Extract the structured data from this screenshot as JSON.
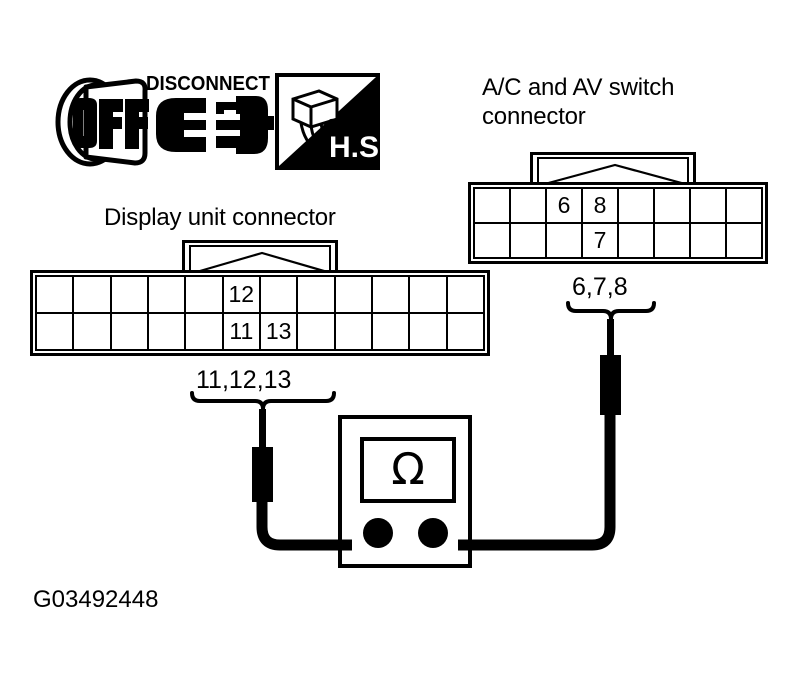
{
  "figure": {
    "id": "G03492448"
  },
  "header_icons": [
    {
      "name": "ignition-off-icon",
      "label": "OFF"
    },
    {
      "name": "disconnect-icon",
      "label": "DISCONNECT"
    },
    {
      "name": "harness-side-icon",
      "label": "H.S."
    }
  ],
  "connectors": [
    {
      "key": "display_unit",
      "title": "Display unit connector",
      "columns": 12,
      "rows": 2,
      "pins": [
        {
          "row": 1,
          "col": 6,
          "label": "12"
        },
        {
          "row": 2,
          "col": 6,
          "label": "11"
        },
        {
          "row": 2,
          "col": 7,
          "label": "13"
        }
      ],
      "probe_label": "11,12,13"
    },
    {
      "key": "ac_av_switch",
      "title_line1": "A/C and AV switch",
      "title_line2": "connector",
      "title": "A/C and AV switch connector",
      "columns": 8,
      "rows": 2,
      "pins": [
        {
          "row": 1,
          "col": 3,
          "label": "6"
        },
        {
          "row": 1,
          "col": 4,
          "label": "8"
        },
        {
          "row": 2,
          "col": 4,
          "label": "7"
        }
      ],
      "probe_label": "6,7,8"
    }
  ],
  "meter": {
    "name": "ohmmeter",
    "display_symbol": "Ω",
    "terminals": [
      "left-terminal",
      "right-terminal"
    ]
  },
  "display_cells": {
    "r1": [
      "",
      "",
      "",
      "",
      "",
      "12",
      "",
      "",
      "",
      "",
      "",
      ""
    ],
    "r2": [
      "",
      "",
      "",
      "",
      "",
      "11",
      "13",
      "",
      "",
      "",
      "",
      ""
    ]
  },
  "ac_cells": {
    "r1": [
      "",
      "",
      "6",
      "8",
      "",
      "",
      "",
      ""
    ],
    "r2": [
      "",
      "",
      "",
      "7",
      "",
      "",
      "",
      ""
    ]
  },
  "colors": {
    "ink": "#000000",
    "paper": "#ffffff"
  }
}
